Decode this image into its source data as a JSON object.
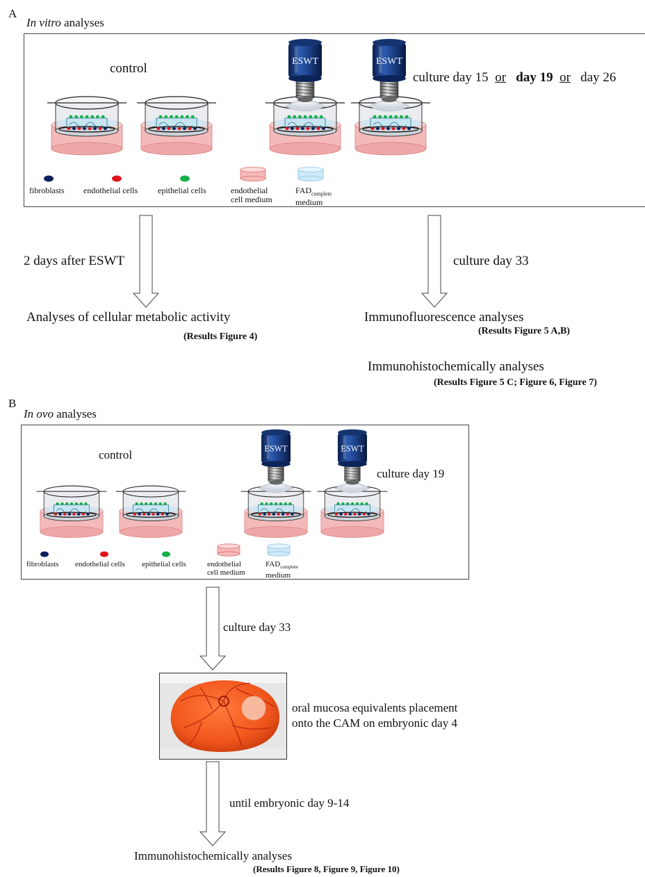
{
  "panel_a": {
    "letter": "A",
    "title_italic": "In vitro",
    "title_rest": " analyses",
    "control_label": "control",
    "device_label": "ESWT",
    "culture_days": {
      "prefix": "culture day 15",
      "or1": "or",
      "bold": "day 19",
      "or2": "or",
      "suffix": "day 26"
    },
    "legend": {
      "fibroblasts": "fibroblasts",
      "endothelial_cells": "endothelial cells",
      "epithelial_cells": "epithelial cells",
      "endothelial_medium_l1": "endothelial",
      "endothelial_medium_l2": "cell medium",
      "fad_main": "FAD",
      "fad_sub": "complete",
      "fad_l2": "medium"
    },
    "left_arrow_label": "2 days after ESWT",
    "right_arrow_label": "culture day 33",
    "result_left_title": "Analyses of cellular metabolic activity",
    "result_left_ref": "(Results Figure 4)",
    "result_right_title": "Immunofluorescence analyses",
    "result_right_ref": "(Results Figure 5 A,B)",
    "result_right2_title": "Immunohistochemically analyses",
    "result_right2_ref": "(Results Figure 5 C; Figure 6, Figure 7)"
  },
  "panel_b": {
    "letter": "B",
    "title_italic": "In ovo",
    "title_rest": " analyses",
    "control_label": "control",
    "device_label": "ESWT",
    "culture_day": "culture day 19",
    "legend": {
      "fibroblasts": "fibroblasts",
      "endothelial_cells": "endothelial cells",
      "epithelial_cells": "epithelial cells",
      "endothelial_medium_l1": "endothelial",
      "endothelial_medium_l2": "cell medium",
      "fad_main": "FAD",
      "fad_sub": "complete",
      "fad_l2": "medium"
    },
    "arrow1_label": "culture day 33",
    "cam_text_l1": "oral mucosa equivalents placement",
    "cam_text_l2": "onto the CAM on embryonic day 4",
    "arrow2_label": "until embryonic day 9-14",
    "final_title": "Immunohistochemically analyses",
    "final_ref": "(Results Figure 8, Figure 9, Figure 10)"
  },
  "colors": {
    "fibroblast": "#0d1f5c",
    "endothelial": "#e0141b",
    "epithelial": "#16b04c",
    "endothelial_medium": "#f4b9b9",
    "fad_medium": "#cde9f7",
    "device_blue": "#1c3f86"
  }
}
